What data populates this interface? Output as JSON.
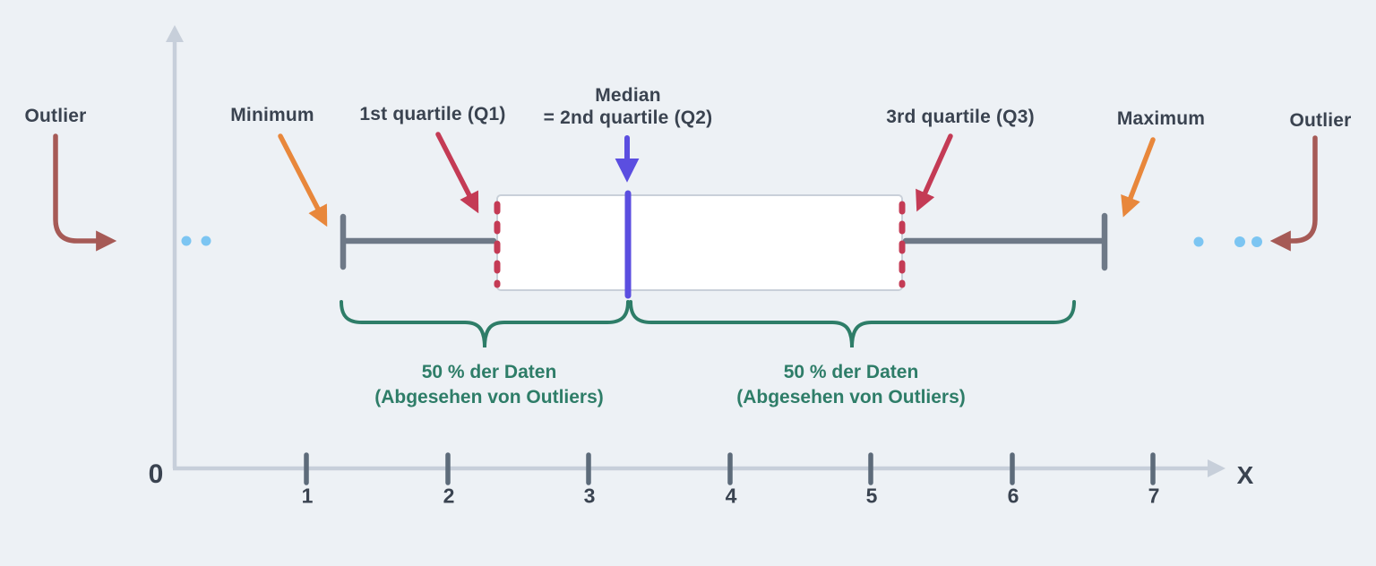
{
  "labels": {
    "outlier_left": "Outlier",
    "minimum": "Minimum",
    "q1": "1st quartile (Q1)",
    "median_line1": "Median",
    "median_line2": "= 2nd quartile (Q2)",
    "q3": "3rd quartile (Q3)",
    "maximum": "Maximum",
    "outlier_right": "Outlier"
  },
  "annotations": {
    "left_pct_line1": "50 % der Daten",
    "left_pct_line2": "(Abgesehen von Outliers)",
    "right_pct_line1": "50 % der Daten",
    "right_pct_line2": "(Abgesehen von Outliers)"
  },
  "axis": {
    "origin_label": "0",
    "x_label": "X",
    "ticks": [
      "1",
      "2",
      "3",
      "4",
      "5",
      "6",
      "7"
    ]
  },
  "colors": {
    "background": "#edf1f5",
    "axis_line": "#c7cfda",
    "tick_mark": "#5d6b7a",
    "text_dark": "#3a4350",
    "whisker_gray": "#6e7987",
    "box_border": "#c9d0d9",
    "box_fill": "#ffffff",
    "quartile_dashed_red": "#c43b55",
    "median_purple": "#5b4ee0",
    "minmax_arrow_orange": "#e8873b",
    "outlier_arrow_darkred": "#a65a56",
    "brace_teal": "#2e7d68",
    "outlier_dot_blue": "#7cc5f2"
  },
  "chart_data": {
    "type": "boxplot",
    "orientation": "horizontal",
    "title": "",
    "xlabel": "X",
    "x_ticks": [
      1,
      2,
      3,
      4,
      5,
      6,
      7
    ],
    "xlim": [
      0,
      7.9
    ],
    "values": {
      "minimum": 1.25,
      "q1": 2.35,
      "median": 3.3,
      "q3": 5.2,
      "maximum": 6.65
    },
    "outliers_low": [
      0.15,
      0.3
    ],
    "outliers_high": [
      7.3,
      7.6,
      7.7
    ],
    "annotation_spans": [
      {
        "from": "minimum",
        "to": "median",
        "text": "50 % der Daten (Abgesehen von Outliers)"
      },
      {
        "from": "median",
        "to": "maximum",
        "text": "50 % der Daten (Abgesehen von Outliers)"
      }
    ]
  }
}
